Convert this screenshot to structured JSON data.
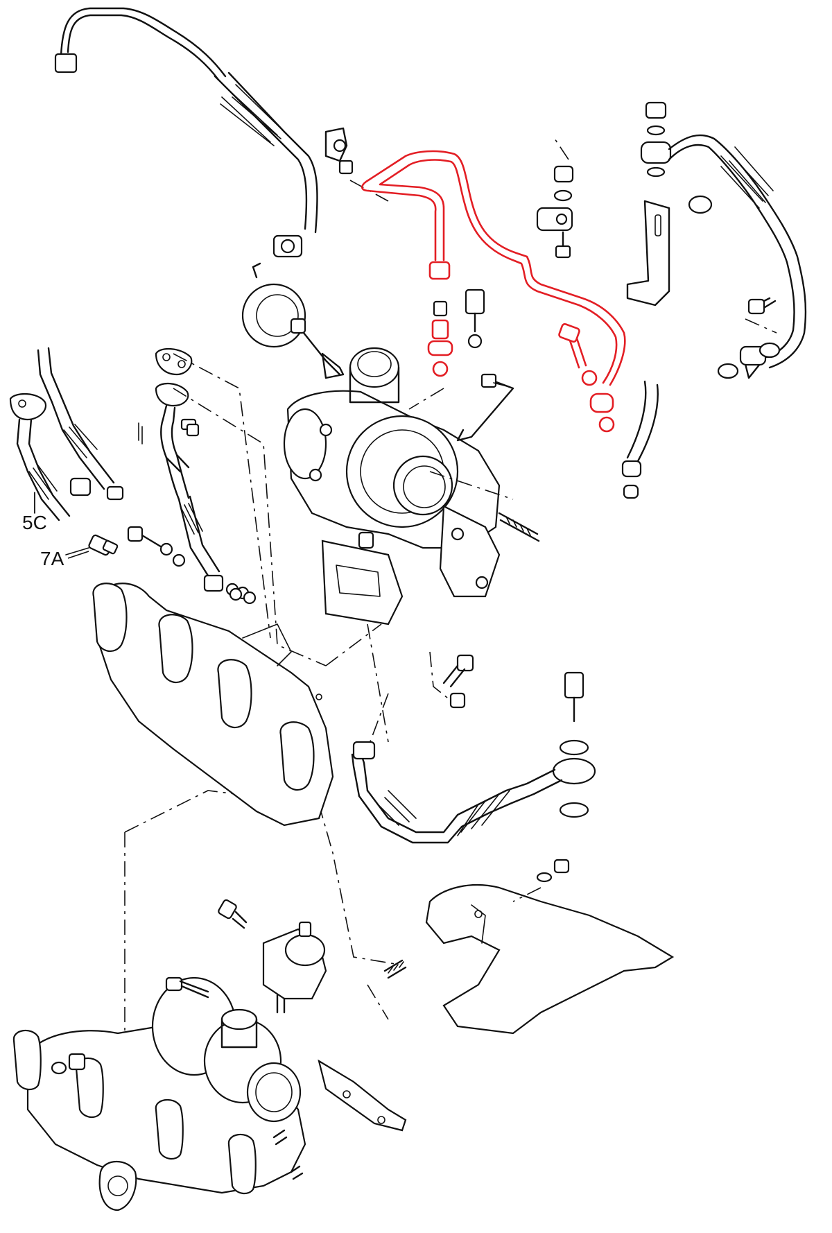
{
  "callouts": [
    {
      "id": "5C",
      "label": "5C"
    },
    {
      "id": "7A",
      "label": "7A"
    }
  ],
  "colors": {
    "line": "#111111",
    "highlight": "#e31e24",
    "background": "#ffffff"
  }
}
